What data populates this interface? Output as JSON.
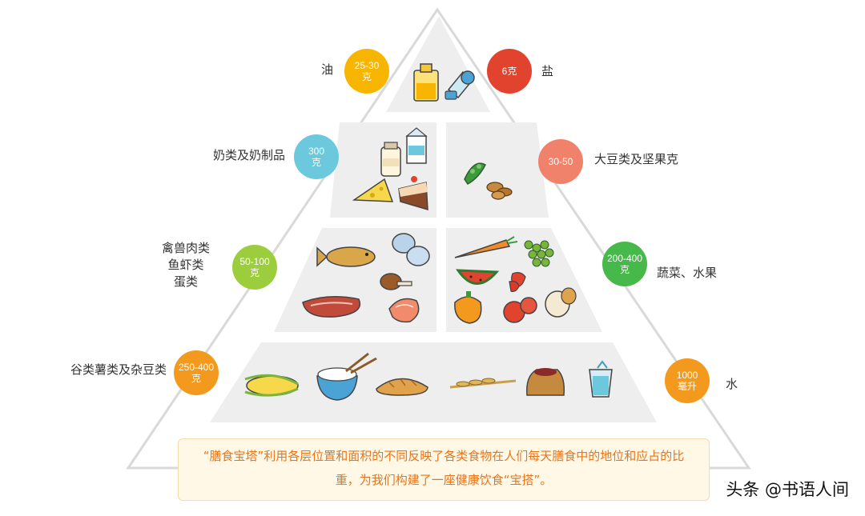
{
  "colors": {
    "triangle_outline": "#d9d9d9",
    "band_fill": "#eeeeee",
    "oil": "#f7b500",
    "salt": "#e2432f",
    "dairy": "#6cc9dd",
    "soy": "#f0826b",
    "meat": "#9ccd3c",
    "veg": "#47b84a",
    "grain": "#f39a1e",
    "water": "#f39a1e",
    "caption_text": "#e8751a"
  },
  "left_items": [
    {
      "badge": "25-30\n克",
      "label": "油",
      "color_key": "oil"
    },
    {
      "badge": "300\n克",
      "label": "奶类及奶制品",
      "color_key": "dairy"
    },
    {
      "badge": "50-100\n克",
      "label": "禽兽肉类\n鱼虾类\n蛋类",
      "color_key": "meat"
    },
    {
      "badge": "250-400\n克",
      "label": "谷类薯类及杂豆类",
      "color_key": "grain"
    }
  ],
  "right_items": [
    {
      "badge": "6克",
      "label": "盐",
      "color_key": "salt"
    },
    {
      "badge": "30-50",
      "label": "大豆类及坚果克",
      "color_key": "soy"
    },
    {
      "badge": "200-400\n克",
      "label": "蔬菜、水果",
      "color_key": "veg"
    },
    {
      "badge": "1000\n毫升",
      "label": "水",
      "color_key": "water"
    }
  ],
  "food_icons": {
    "tier1": [
      "oil-bottle-icon",
      "salt-spoon-icon"
    ],
    "tier2_left": [
      "milk-bottle-icon",
      "milk-carton-icon",
      "cheese-icon",
      "cake-icon"
    ],
    "tier2_right": [
      "soybean-icon",
      "nuts-icon"
    ],
    "tier3_left": [
      "fish-icon",
      "eggs-icon",
      "chicken-leg-icon",
      "meat-icon",
      "shrimp-icon"
    ],
    "tier3_right": [
      "carrot-icon",
      "grapes-icon",
      "watermelon-icon",
      "strawberry-icon",
      "pepper-icon",
      "tomato-icon",
      "onion-icon"
    ],
    "tier4": [
      "corn-icon",
      "rice-bowl-icon",
      "bread-icon",
      "wheat-icon",
      "grain-sack-icon",
      "water-glass-icon"
    ]
  },
  "caption": "“膳食宝塔”利用各层位置和面积的不同反映了各类食物在人们每天膳食中的地位和应占的比重，为我们构建了一座健康饮食“宝搭”。",
  "watermark": "头条 @书语人间"
}
